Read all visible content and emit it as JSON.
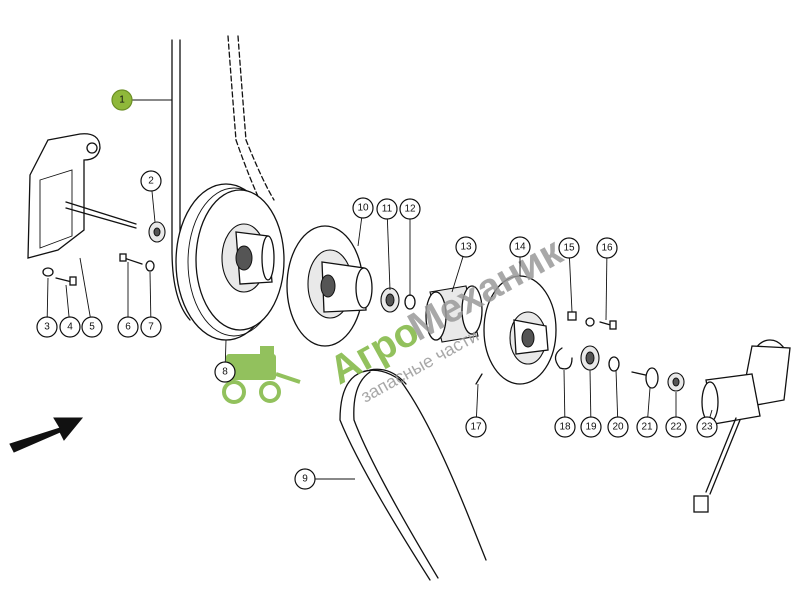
{
  "callouts": [
    {
      "num": "1",
      "highlight": true
    },
    {
      "num": "2"
    },
    {
      "num": "3"
    },
    {
      "num": "4"
    },
    {
      "num": "5"
    },
    {
      "num": "6"
    },
    {
      "num": "7"
    },
    {
      "num": "8"
    },
    {
      "num": "9"
    },
    {
      "num": "10"
    },
    {
      "num": "11"
    },
    {
      "num": "12"
    },
    {
      "num": "13"
    },
    {
      "num": "14"
    },
    {
      "num": "15"
    },
    {
      "num": "16"
    },
    {
      "num": "17"
    },
    {
      "num": "18"
    },
    {
      "num": "19"
    },
    {
      "num": "20"
    },
    {
      "num": "21"
    },
    {
      "num": "22"
    },
    {
      "num": "23"
    }
  ],
  "watermark": {
    "brand_agro": "Агро",
    "brand_mech": "Механик",
    "tagline": "запасные части",
    "color_green": "#7fb741",
    "color_gray": "#9a9a9a"
  },
  "colors": {
    "line": "#111111",
    "highlight_fill": "#8fb83a",
    "background": "#ffffff"
  }
}
